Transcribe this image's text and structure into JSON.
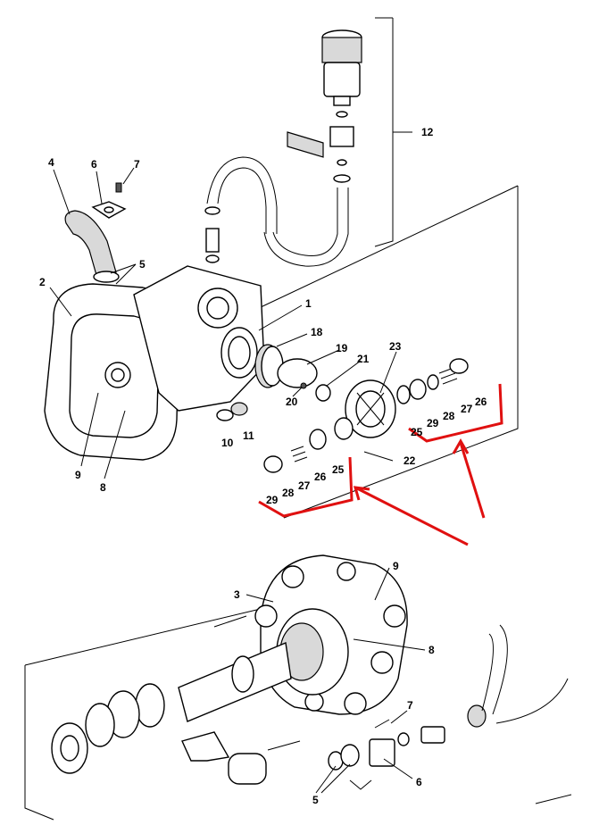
{
  "diagram": {
    "upper_labels": [
      "1",
      "2",
      "4",
      "5",
      "6",
      "7",
      "8",
      "9",
      "10",
      "11",
      "12",
      "18",
      "19",
      "20",
      "21",
      "22",
      "23",
      "25",
      "26",
      "27",
      "28",
      "29",
      "25",
      "26",
      "27",
      "28",
      "29"
    ],
    "lower_labels": [
      "3",
      "5",
      "6",
      "7",
      "8",
      "9"
    ],
    "highlight_color": "#e01010"
  }
}
